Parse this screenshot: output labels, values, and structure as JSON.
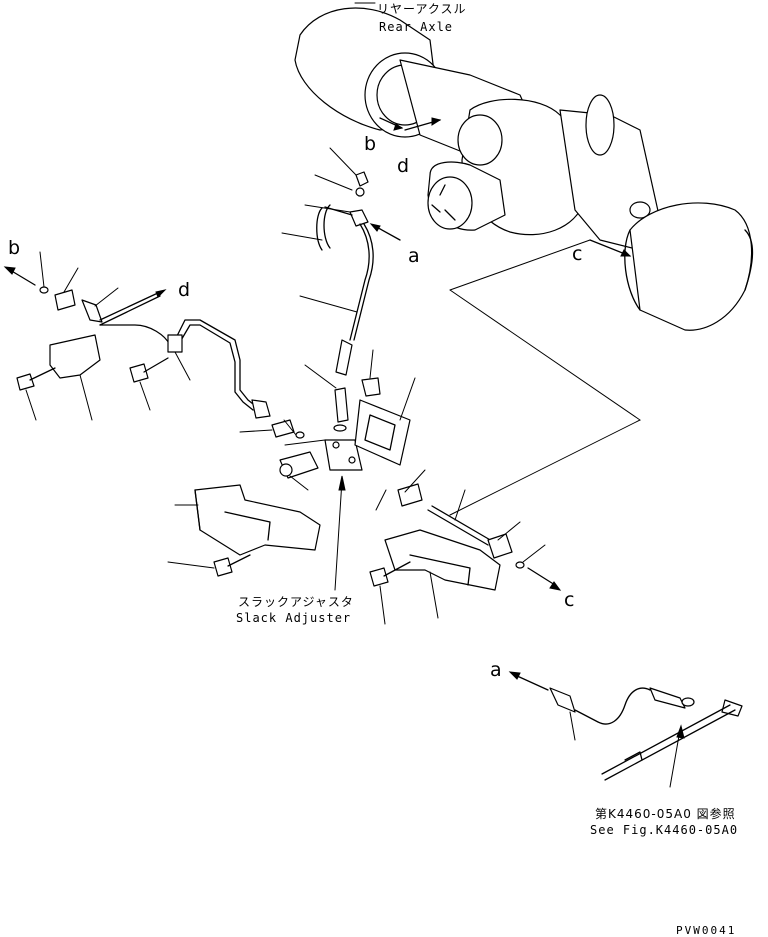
{
  "labels": {
    "rear_axle_jp": "リヤーアクスル",
    "rear_axle_en": "Rear Axle",
    "slack_adjuster_jp": "スラックアジャスタ",
    "slack_adjuster_en": "Slack Adjuster",
    "see_fig_jp": "第K4460-05A0 図参照",
    "see_fig_en": "See Fig.K4460-05A0",
    "drawing_code": "PVW0041"
  },
  "connection_markers": {
    "b_top": "b",
    "d_top": "d",
    "a_mid": "a",
    "c_right": "c",
    "b_left": "b",
    "d_left": "d",
    "c_bottom": "c",
    "a_bottom": "a"
  }
}
